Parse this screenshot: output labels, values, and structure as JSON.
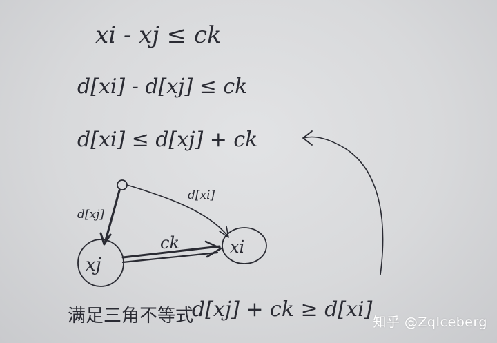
{
  "notes": {
    "line1": "xi - xj ≤ ck",
    "line2": "d[xi] - d[xj] ≤ ck",
    "line3": "d[xi] ≤ d[xj] + ck",
    "bottom_left": "满足三角不等式",
    "bottom_inequality": "d[xj] + ck ≥ d[xi]"
  },
  "graph": {
    "node_j": "xj",
    "node_i": "xi",
    "edge_source_to_j": "d[xj]",
    "edge_source_to_i": "d[xi]",
    "edge_j_to_i": "ck"
  },
  "watermark": "知乎 @ZqIceberg",
  "colors": {
    "paper": "#d9dadc",
    "ink": "#2a2b33",
    "watermark": "#ffffff"
  }
}
